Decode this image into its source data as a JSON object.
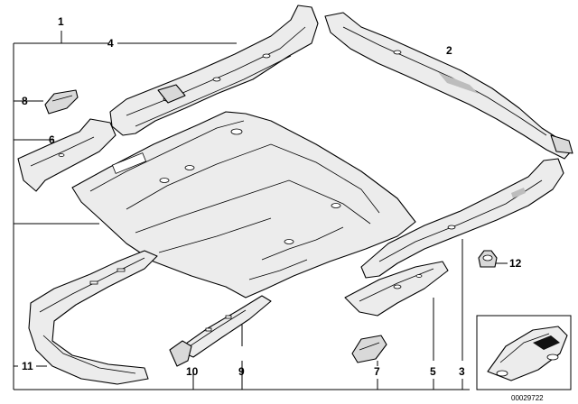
{
  "callouts": {
    "c1": "1",
    "c2": "2",
    "c3": "3",
    "c4": "4",
    "c5": "5",
    "c6": "6",
    "c7": "7",
    "c8": "8",
    "c9": "9",
    "c10": "10",
    "c11": "11",
    "c12": "12"
  },
  "inset": {
    "code": "00029722"
  }
}
